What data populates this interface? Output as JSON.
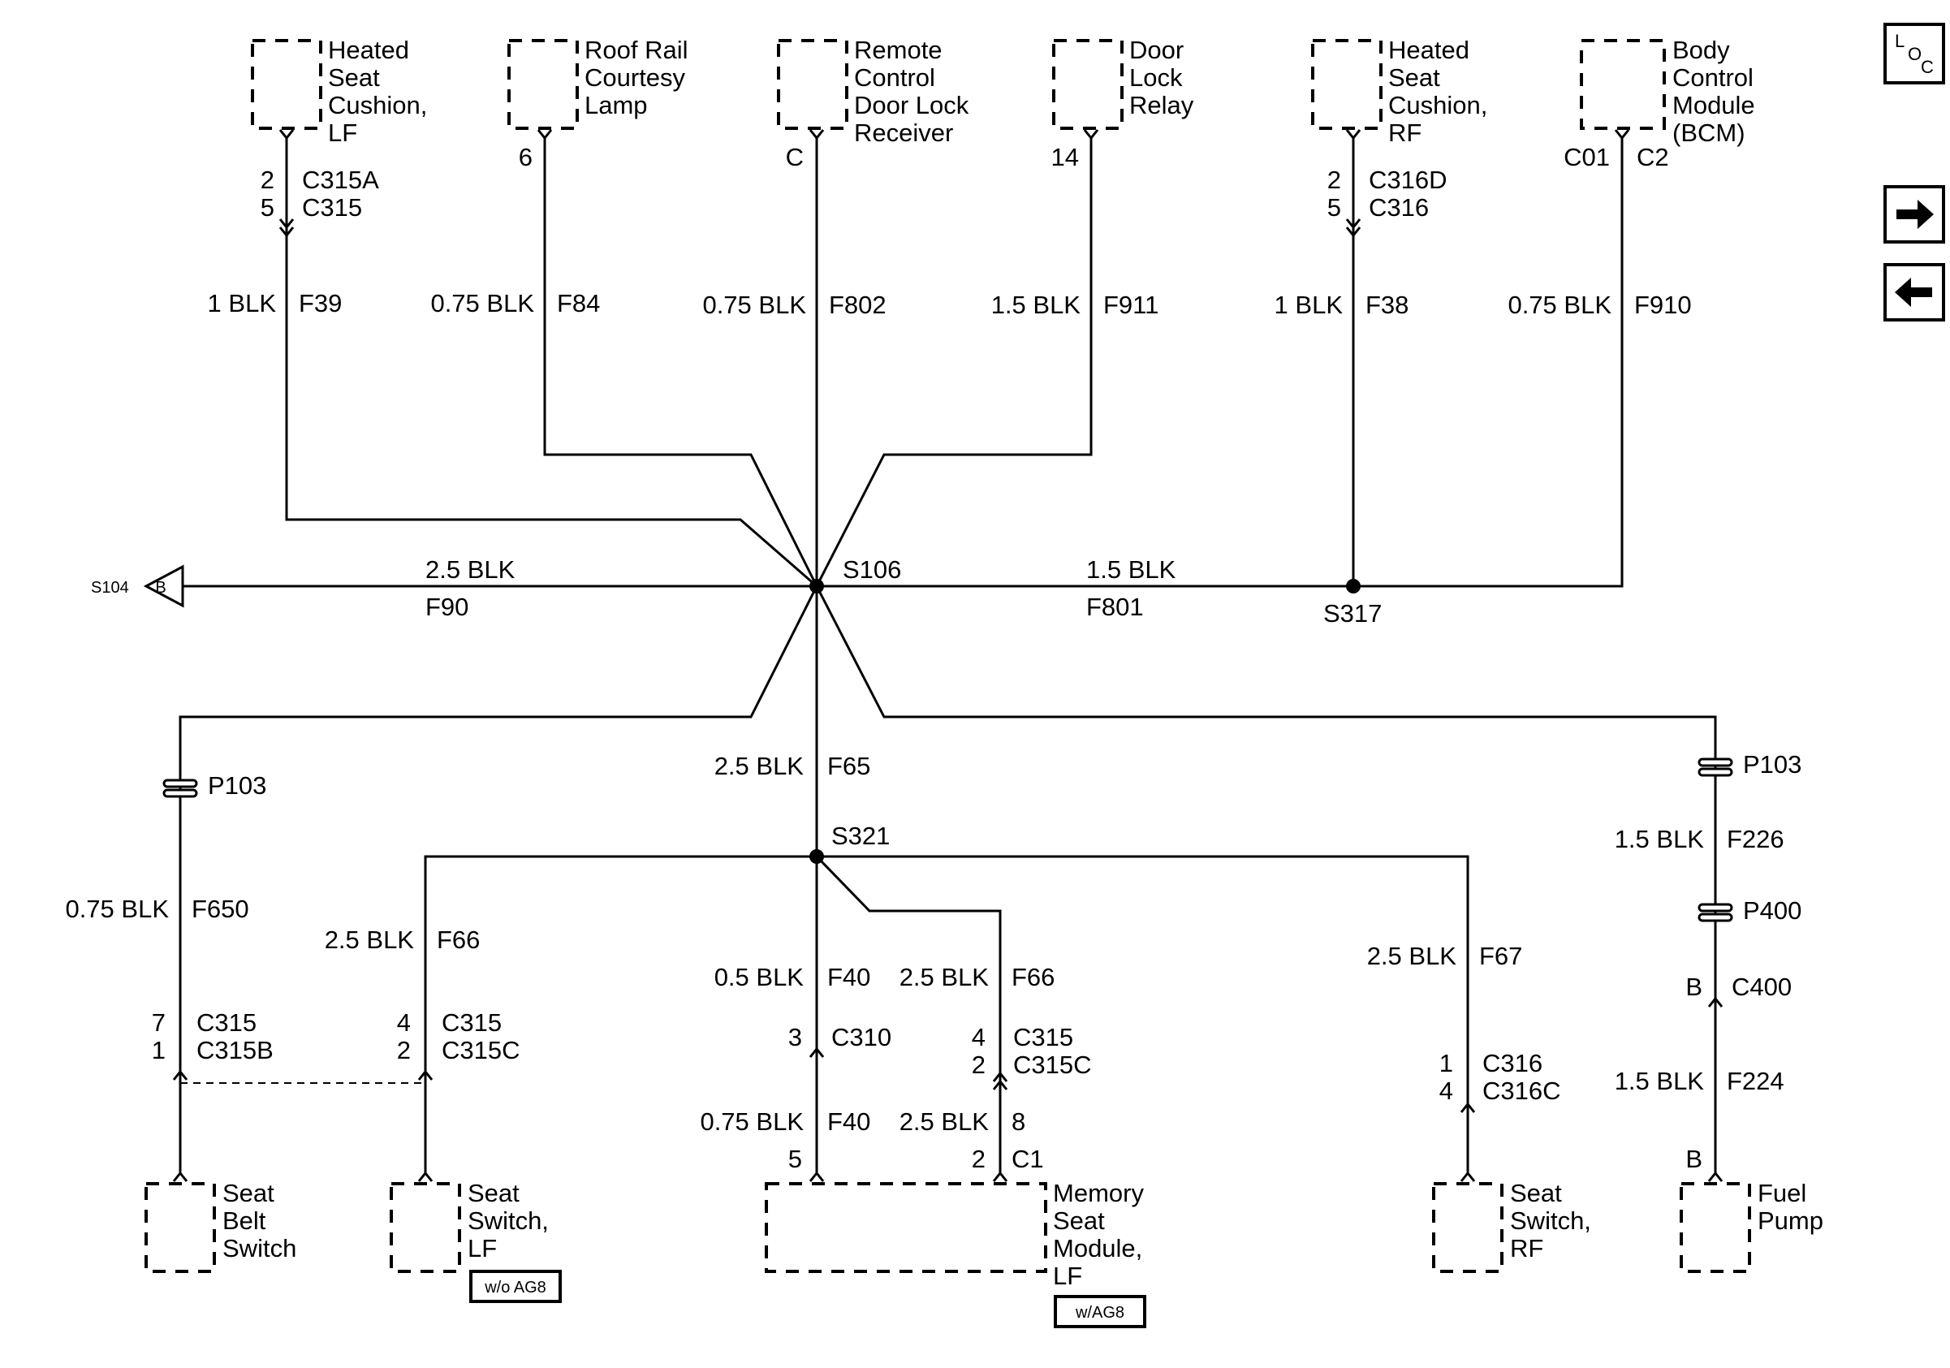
{
  "components": {
    "heated_seat_lf": [
      "Heated",
      "Seat",
      "Cushion,",
      "LF"
    ],
    "roof_rail_lamp": [
      "Roof Rail",
      "Courtesy",
      "Lamp"
    ],
    "rcdl_receiver": [
      "Remote",
      "Control",
      "Door Lock",
      "Receiver"
    ],
    "door_lock_relay": [
      "Door",
      "Lock",
      "Relay"
    ],
    "heated_seat_rf": [
      "Heated",
      "Seat",
      "Cushion,",
      "RF"
    ],
    "bcm": [
      "Body",
      "Control",
      "Module",
      "(BCM)"
    ],
    "seat_belt_switch": [
      "Seat",
      "Belt",
      "Switch"
    ],
    "seat_switch_lf": [
      "Seat",
      "Switch,",
      "LF"
    ],
    "memory_seat_module": [
      "Memory",
      "Seat",
      "Module,",
      "LF"
    ],
    "seat_switch_rf": [
      "Seat",
      "Switch,",
      "RF"
    ],
    "fuel_pump": [
      "Fuel",
      "Pump"
    ]
  },
  "options": {
    "without_ag8": "w/o AG8",
    "with_ag8": "w/AG8"
  },
  "pins": {
    "hs_lf_a": "2",
    "hs_lf_b": "5",
    "roof": "6",
    "rcdl": "C",
    "dlr": "14",
    "hs_rf_a": "2",
    "hs_rf_b": "5",
    "bcm_c01": "C01",
    "sbs_a": "7",
    "sbs_b": "1",
    "ssl_a": "4",
    "ssl_b": "2",
    "c310": "3",
    "msm_f66_a": "4",
    "msm_f66_b": "2",
    "msm_f40": "5",
    "msm_c1": "2",
    "msm_8": "8",
    "ssr_a": "1",
    "ssr_b": "4",
    "c400": "B",
    "fuel_pump": "B"
  },
  "connectors": {
    "c315a": "C315A",
    "c315": "C315",
    "c316d": "C316D",
    "c316": "C316",
    "c2": "C2",
    "c315b": "C315B",
    "c315c": "C315C",
    "c310": "C310",
    "c1": "C1",
    "c316c": "C316C",
    "c400": "C400",
    "p103": "P103",
    "p400": "P400"
  },
  "wires": {
    "f39": {
      "size": "1 BLK",
      "circuit": "F39"
    },
    "f84": {
      "size": "0.75 BLK",
      "circuit": "F84"
    },
    "f802": {
      "size": "0.75 BLK",
      "circuit": "F802"
    },
    "f911": {
      "size": "1.5 BLK",
      "circuit": "F911"
    },
    "f38": {
      "size": "1 BLK",
      "circuit": "F38"
    },
    "f910": {
      "size": "0.75 BLK",
      "circuit": "F910"
    },
    "f90": {
      "size": "2.5 BLK",
      "circuit": "F90"
    },
    "f801": {
      "size": "1.5 BLK",
      "circuit": "F801"
    },
    "f65": {
      "size": "2.5 BLK",
      "circuit": "F65"
    },
    "f650": {
      "size": "0.75 BLK",
      "circuit": "F650"
    },
    "f66_l": {
      "size": "2.5 BLK",
      "circuit": "F66"
    },
    "f40": {
      "size": "0.5 BLK",
      "circuit": "F40"
    },
    "f66_m": {
      "size": "2.5 BLK",
      "circuit": "F66"
    },
    "f40_b": {
      "size": "0.75 BLK",
      "circuit": "F40"
    },
    "f66_b": {
      "size": "2.5 BLK",
      "circuit": ""
    },
    "f67": {
      "size": "2.5 BLK",
      "circuit": "F67"
    },
    "f226": {
      "size": "1.5 BLK",
      "circuit": "F226"
    },
    "f224": {
      "size": "1.5 BLK",
      "circuit": "F224"
    }
  },
  "splices": {
    "s106": "S106",
    "s317": "S317",
    "s321": "S321"
  },
  "offpage": {
    "name": "S104",
    "letter": "B"
  },
  "nav": {
    "loc_l": "L",
    "loc_o": "O",
    "loc_c": "C",
    "next": "→",
    "prev": "←"
  }
}
